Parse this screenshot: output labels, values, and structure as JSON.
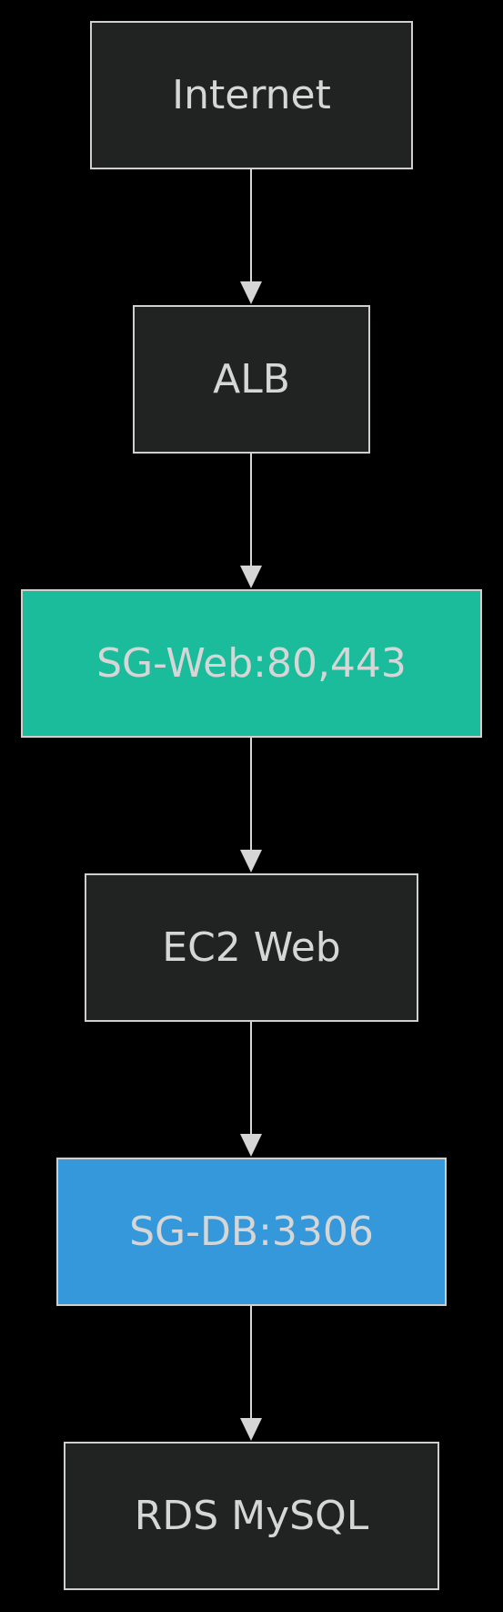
{
  "diagram": {
    "type": "flowchart",
    "direction": "top-to-bottom",
    "nodes": [
      {
        "id": "internet",
        "label": "Internet",
        "fill": "#212323"
      },
      {
        "id": "alb",
        "label": "ALB",
        "fill": "#212323"
      },
      {
        "id": "sg_web",
        "label": "SG-Web:80,443",
        "fill": "#1abc9c"
      },
      {
        "id": "ec2_web",
        "label": "EC2 Web",
        "fill": "#212323"
      },
      {
        "id": "sg_db",
        "label": "SG-DB:3306",
        "fill": "#3498db"
      },
      {
        "id": "rds_mysql",
        "label": "RDS MySQL",
        "fill": "#212323"
      }
    ],
    "edges": [
      {
        "from": "internet",
        "to": "alb"
      },
      {
        "from": "alb",
        "to": "sg_web"
      },
      {
        "from": "sg_web",
        "to": "ec2_web"
      },
      {
        "from": "ec2_web",
        "to": "sg_db"
      },
      {
        "from": "sg_db",
        "to": "rds_mysql"
      }
    ]
  },
  "colors": {
    "background": "#000000",
    "node_border": "#cfcfcf",
    "node_text": "#d6d6d6",
    "edge": "#d6d6d6"
  }
}
